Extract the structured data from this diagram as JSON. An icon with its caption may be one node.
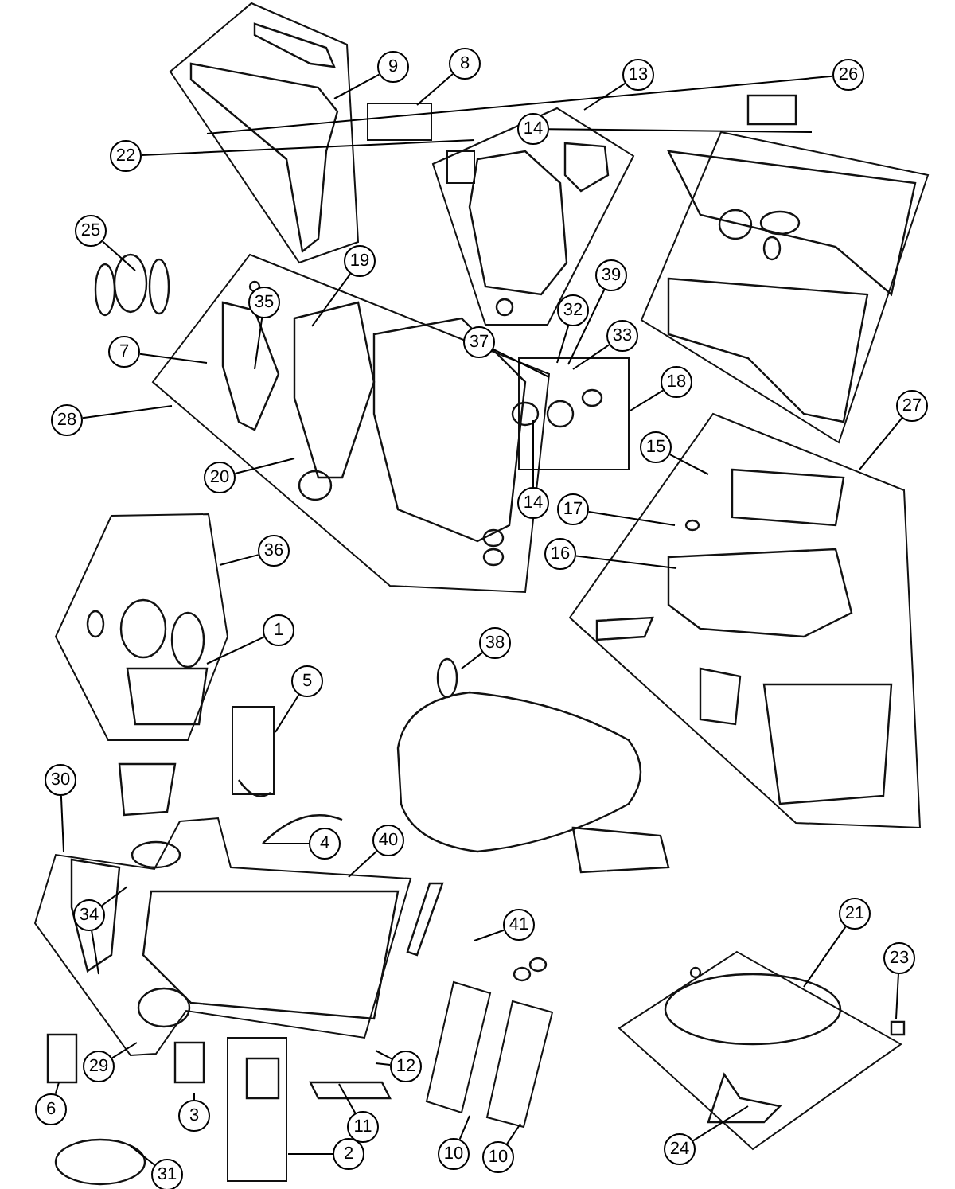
{
  "diagram": {
    "nodes": [
      {
        "text": [
          "8"
        ]
      },
      {
        "text": [
          "9"
        ]
      },
      {
        "text": [
          "13"
        ]
      },
      {
        "text": [
          "26"
        ]
      },
      {
        "text": [
          "14"
        ]
      },
      {
        "text": [
          "22"
        ]
      },
      {
        "text": [
          "25"
        ]
      },
      {
        "text": [
          "19"
        ]
      },
      {
        "text": [
          "39"
        ]
      },
      {
        "text": [
          "35"
        ]
      },
      {
        "text": [
          "32"
        ]
      },
      {
        "text": [
          "33"
        ]
      },
      {
        "text": [
          "37"
        ]
      },
      {
        "text": [
          "7"
        ]
      },
      {
        "text": [
          "18"
        ]
      },
      {
        "text": [
          "27"
        ]
      },
      {
        "text": [
          "28"
        ]
      },
      {
        "text": [
          "15"
        ]
      },
      {
        "text": [
          "20"
        ]
      },
      {
        "text": [
          "14"
        ]
      },
      {
        "text": [
          "17"
        ]
      },
      {
        "text": [
          "36"
        ]
      },
      {
        "text": [
          "16"
        ]
      },
      {
        "text": [
          "1"
        ]
      },
      {
        "text": [
          "38"
        ]
      },
      {
        "text": [
          "5"
        ]
      },
      {
        "text": [
          "30"
        ]
      },
      {
        "text": [
          "40"
        ]
      },
      {
        "text": [
          "4"
        ]
      },
      {
        "text": [
          "34"
        ]
      },
      {
        "text": [
          "41"
        ]
      },
      {
        "text": [
          "21"
        ]
      },
      {
        "text": [
          "23"
        ]
      },
      {
        "text": [
          "29"
        ]
      },
      {
        "text": [
          "12"
        ]
      },
      {
        "text": [
          "6"
        ]
      },
      {
        "text": [
          "3"
        ]
      },
      {
        "text": [
          "11"
        ]
      },
      {
        "text": [
          "24"
        ]
      },
      {
        "text": [
          "2"
        ]
      },
      {
        "text": [
          "10"
        ]
      },
      {
        "text": [
          "10"
        ]
      },
      {
        "text": [
          "31"
        ]
      }
    ],
    "edges": [
      {
        "from": 0,
        "to": null,
        "arrow": "none"
      },
      {
        "from": 1,
        "to": null,
        "arrow": "none"
      },
      {
        "from": 2,
        "to": null,
        "arrow": "none"
      },
      {
        "from": 3,
        "to": null,
        "arrow": "none"
      },
      {
        "from": 4,
        "to": null,
        "arrow": "none"
      },
      {
        "from": 5,
        "to": null,
        "arrow": "none"
      },
      {
        "from": 6,
        "to": null,
        "arrow": "none"
      },
      {
        "from": 7,
        "to": null,
        "arrow": "none"
      },
      {
        "from": 8,
        "to": null,
        "arrow": "none"
      },
      {
        "from": 9,
        "to": null,
        "arrow": "none"
      },
      {
        "from": 10,
        "to": null,
        "arrow": "none"
      },
      {
        "from": 11,
        "to": null,
        "arrow": "none"
      },
      {
        "from": 12,
        "to": null,
        "arrow": "none"
      },
      {
        "from": 13,
        "to": null,
        "arrow": "none"
      },
      {
        "from": 14,
        "to": null,
        "arrow": "none"
      },
      {
        "from": 15,
        "to": null,
        "arrow": "none"
      },
      {
        "from": 16,
        "to": null,
        "arrow": "none"
      },
      {
        "from": 17,
        "to": null,
        "arrow": "none"
      },
      {
        "from": 18,
        "to": null,
        "arrow": "none"
      },
      {
        "from": 19,
        "to": null,
        "arrow": "none"
      },
      {
        "from": 20,
        "to": null,
        "arrow": "none"
      },
      {
        "from": 21,
        "to": null,
        "arrow": "none"
      },
      {
        "from": 22,
        "to": null,
        "arrow": "none"
      },
      {
        "from": 23,
        "to": null,
        "arrow": "none"
      },
      {
        "from": 24,
        "to": null,
        "arrow": "none"
      },
      {
        "from": 25,
        "to": null,
        "arrow": "none"
      },
      {
        "from": 26,
        "to": null,
        "arrow": "none"
      },
      {
        "from": 27,
        "to": null,
        "arrow": "none"
      },
      {
        "from": 28,
        "to": null,
        "arrow": "none"
      },
      {
        "from": 29,
        "to": null,
        "arrow": "none"
      },
      {
        "from": 29,
        "to": null,
        "arrow": "none"
      },
      {
        "from": 30,
        "to": null,
        "arrow": "none"
      },
      {
        "from": 31,
        "to": null,
        "arrow": "none"
      },
      {
        "from": 32,
        "to": null,
        "arrow": "none"
      },
      {
        "from": 33,
        "to": null,
        "arrow": "none"
      },
      {
        "from": 34,
        "to": null,
        "arrow": "none"
      },
      {
        "from": 34,
        "to": null,
        "arrow": "none"
      },
      {
        "from": 35,
        "to": null,
        "arrow": "none"
      },
      {
        "from": 36,
        "to": null,
        "arrow": "none"
      },
      {
        "from": 37,
        "to": null,
        "arrow": "none"
      },
      {
        "from": 38,
        "to": null,
        "arrow": "none"
      },
      {
        "from": 39,
        "to": null,
        "arrow": "none"
      },
      {
        "from": 40,
        "to": null,
        "arrow": "none"
      },
      {
        "from": 41,
        "to": null,
        "arrow": "none"
      },
      {
        "from": 42,
        "to": null,
        "arrow": "none"
      }
    ]
  }
}
